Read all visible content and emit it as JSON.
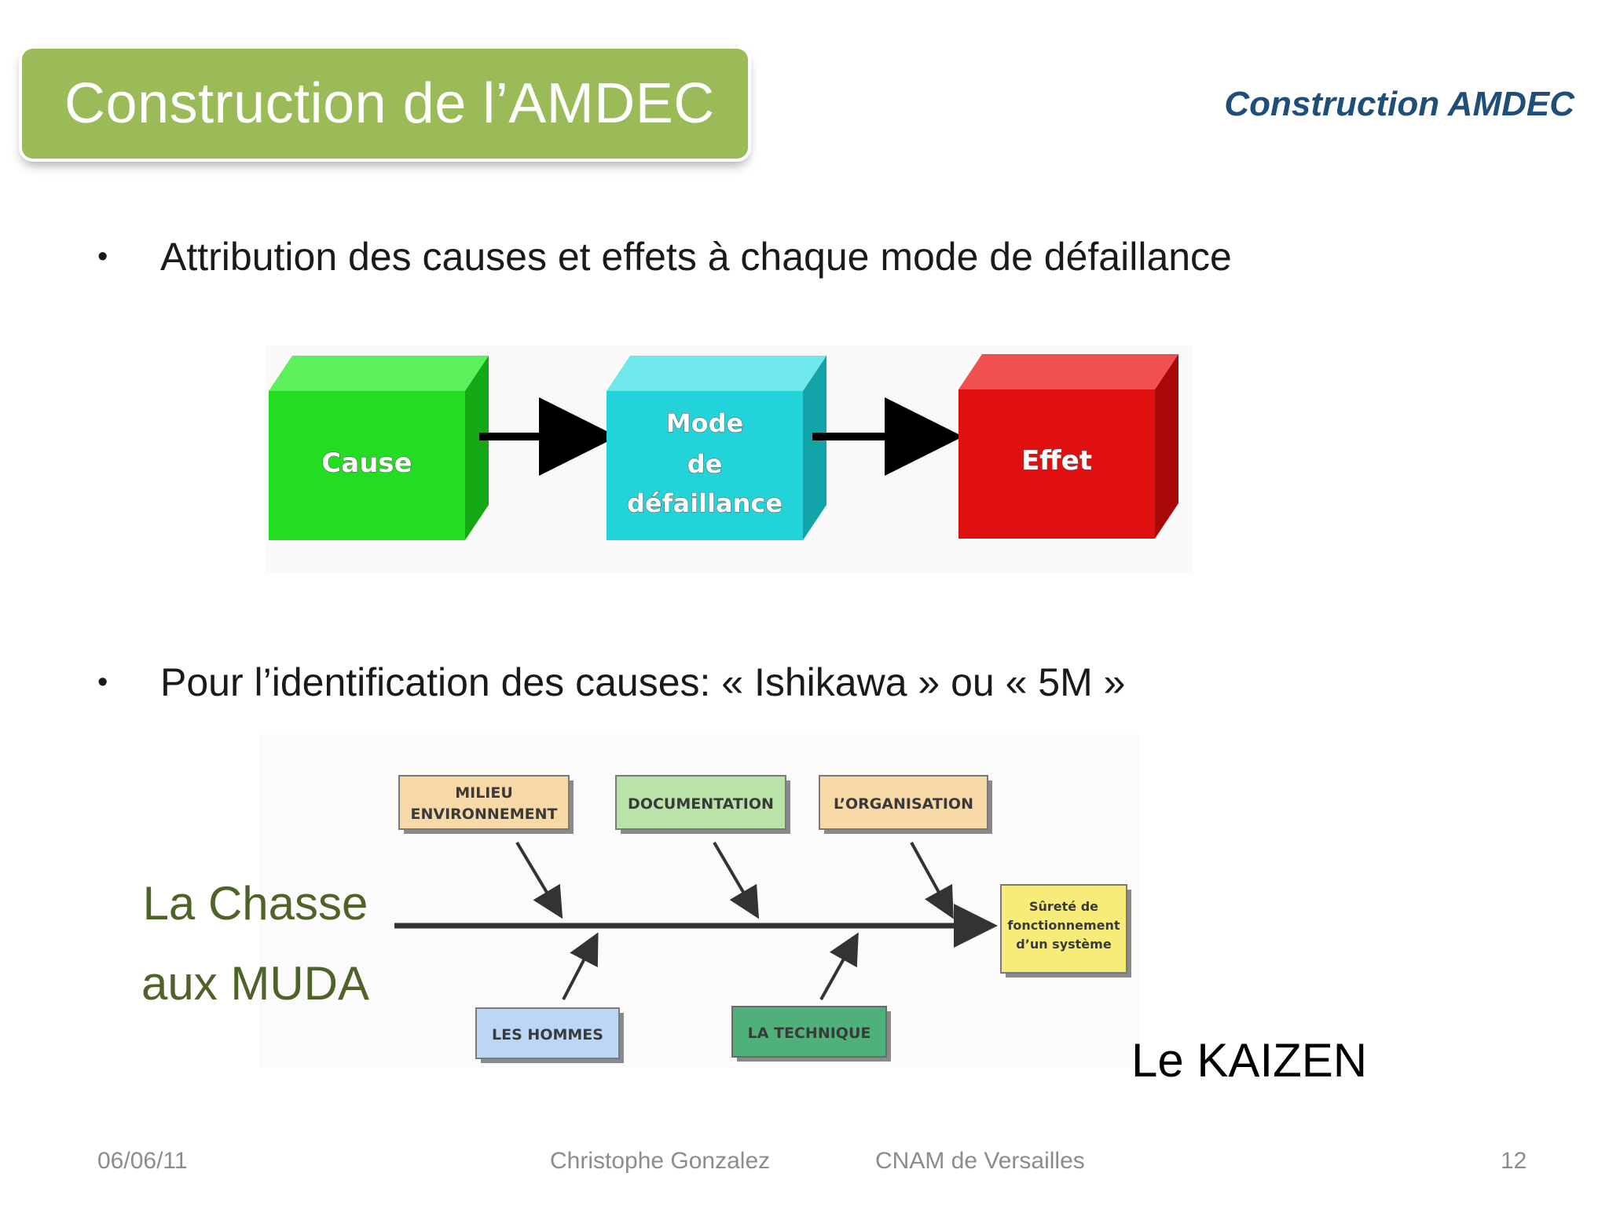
{
  "slide": {
    "title": "Construction de l’AMDEC",
    "header_right": "Construction AMDEC",
    "bullets": [
      "Attribution des causes et effets à chaque mode de défaillance",
      "Pour l’identification des causes: « Ishikawa » ou « 5M »"
    ],
    "side_left": {
      "line1": "La Chasse",
      "line2": "aux MUDA"
    },
    "side_right": "Le KAIZEN",
    "footer": {
      "date": "06/06/11",
      "author": "Christophe Gonzalez",
      "org": "CNAM de Versailles",
      "page": "12"
    }
  },
  "process_diagram": {
    "cause": "Cause",
    "mode": [
      "Mode",
      "de",
      "défaillance"
    ],
    "effet": "Effet",
    "colors": {
      "cause": "#22dd22",
      "mode": "#22d4d9",
      "effet": "#e01010"
    }
  },
  "ishikawa": {
    "top": [
      "MILIEU ENVIRONNEMENT",
      "DOCUMENTATION",
      "L’ORGANISATION"
    ],
    "top_lines": [
      [
        "MILIEU",
        "ENVIRONNEMENT"
      ],
      [
        "DOCUMENTATION"
      ],
      [
        "L’ORGANISATION"
      ]
    ],
    "bottom": [
      "LES HOMMES",
      "LA TECHNIQUE"
    ],
    "result": [
      "Sûreté de",
      "fonctionnement",
      "d’un système"
    ],
    "colors": {
      "milieu": "#f7d9a8",
      "documentation": "#b9e3a8",
      "organisation": "#f7d9a8",
      "hommes": "#bcd6f5",
      "technique": "#4fb07a",
      "result": "#f7ec7a",
      "title_box": "#9bbb59",
      "header_right": "#1f4e79",
      "muda": "#4f6228"
    }
  }
}
